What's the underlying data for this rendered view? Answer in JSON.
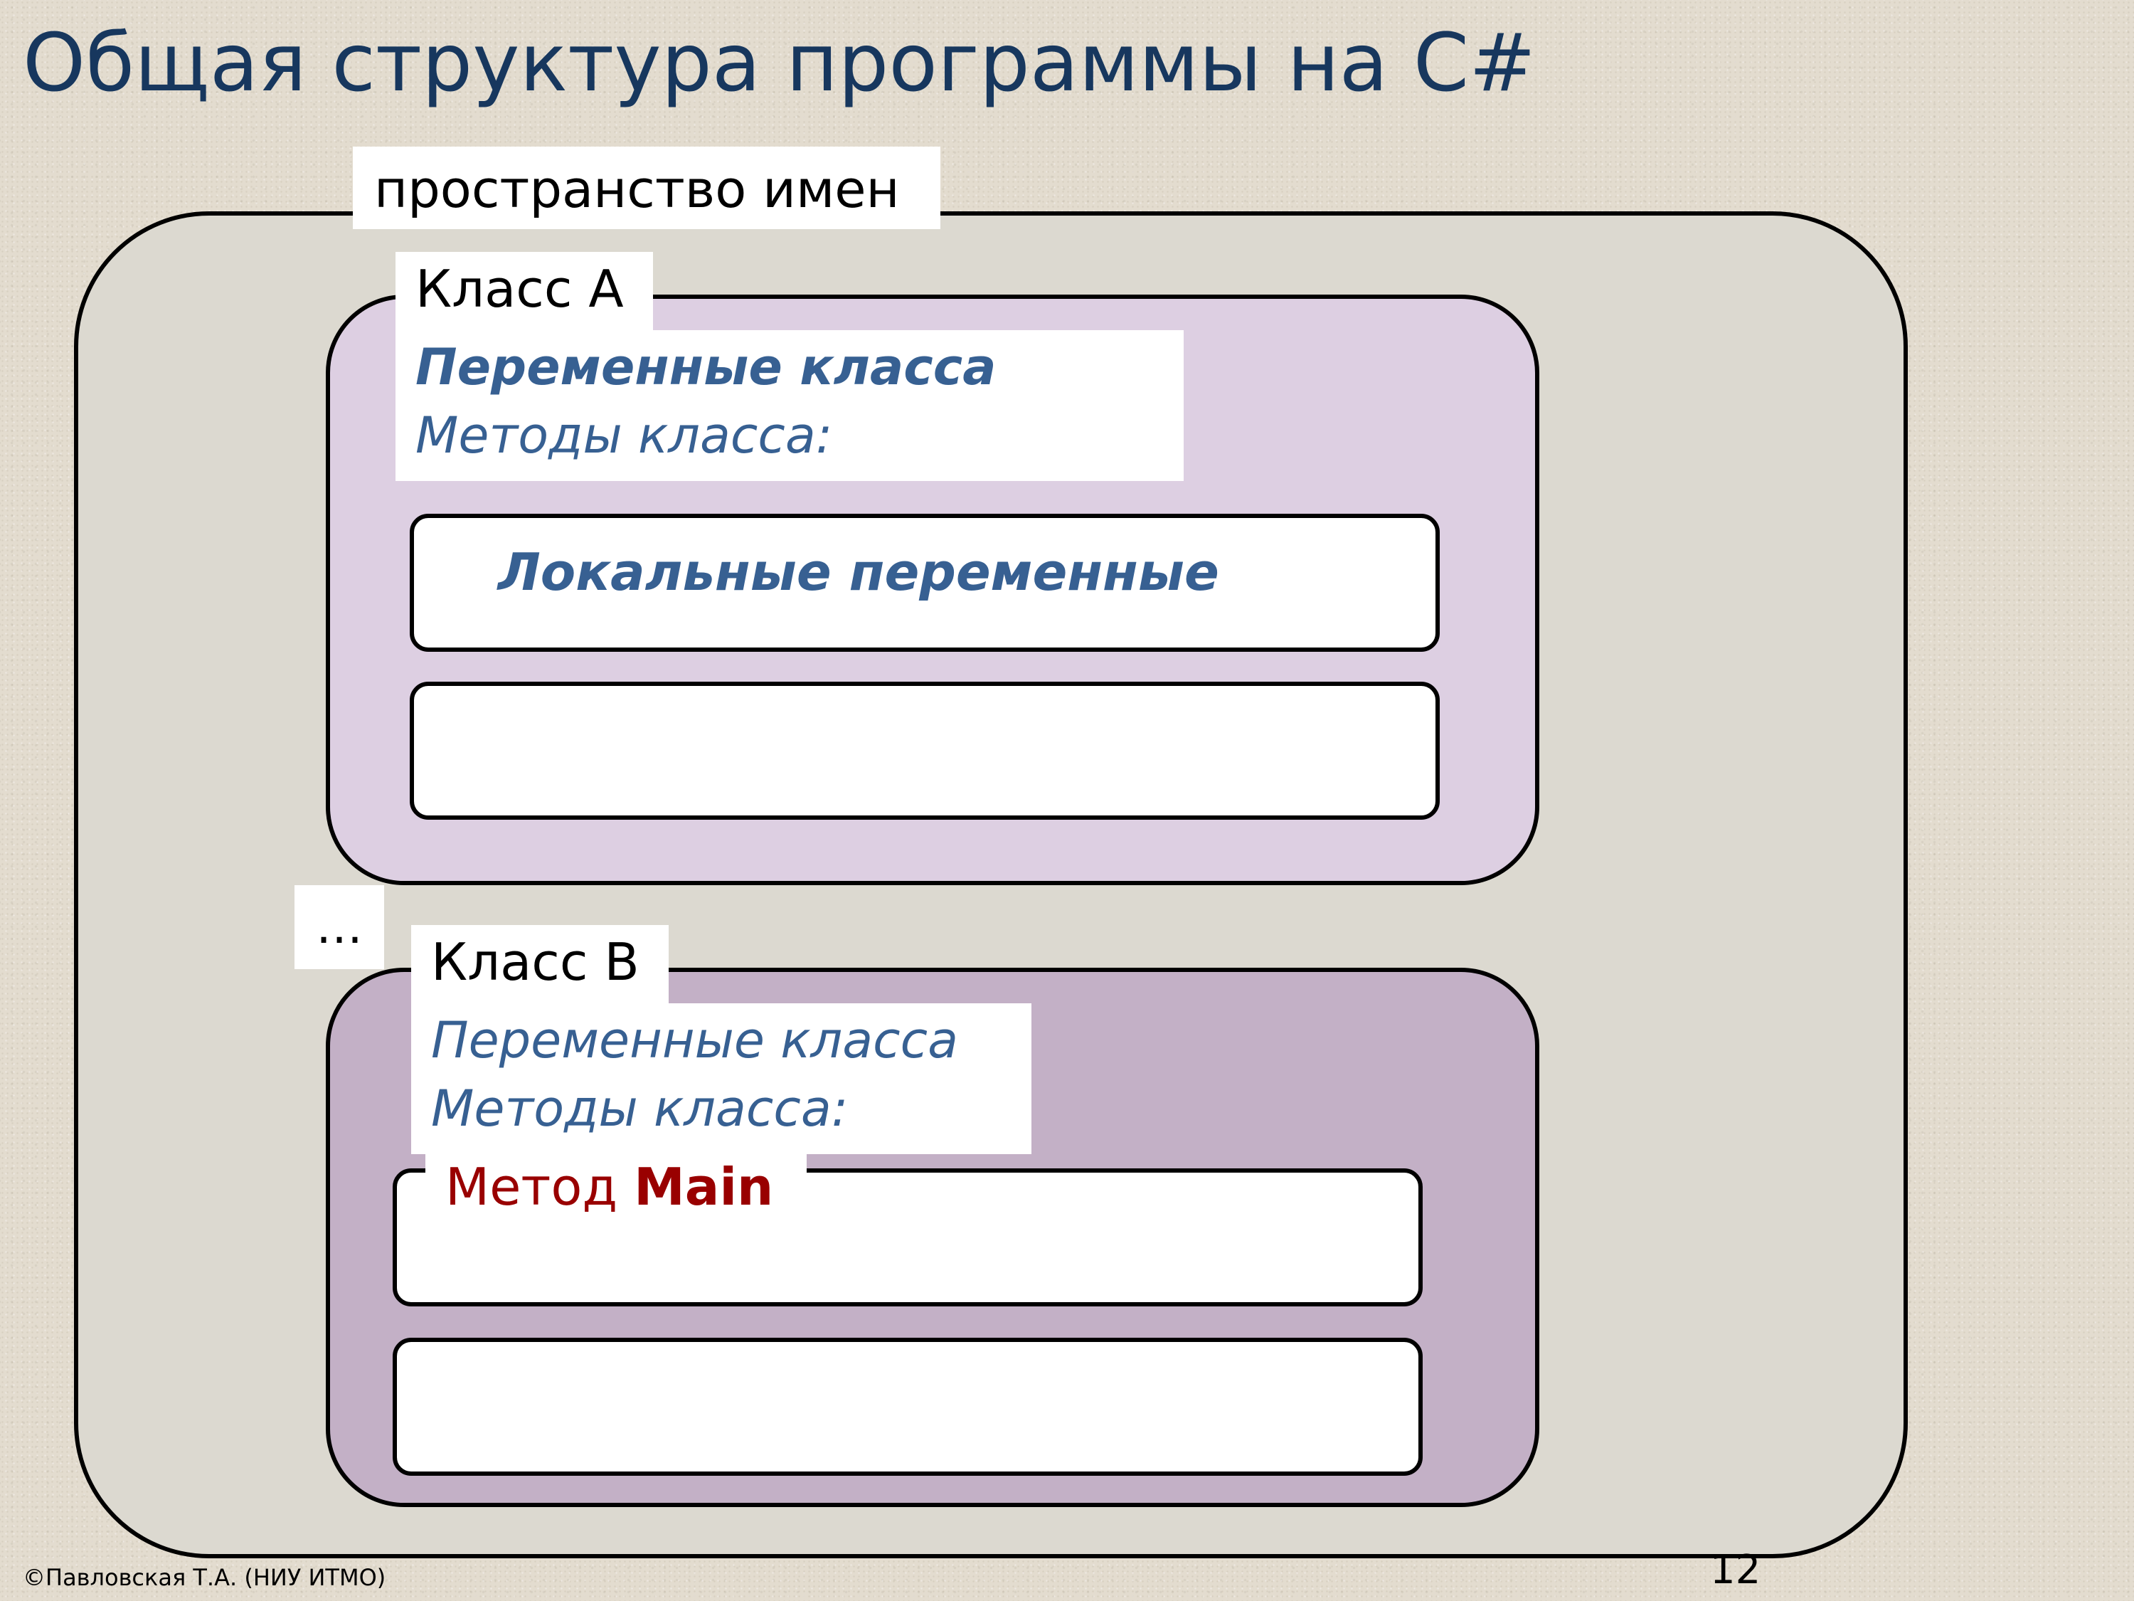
{
  "title": "Общая структура программы на C#",
  "namespace": {
    "label": "пространство имен"
  },
  "class_a": {
    "label": "Класс A",
    "fields": "Переменные класса",
    "methods": "Методы класса:",
    "method_1_content": "Локальные переменные"
  },
  "ellipsis": "…",
  "class_b": {
    "label": "Класс B",
    "fields": "Переменные класса",
    "methods": "Методы класса:",
    "main_method_prefix": "Метод",
    "main_method_name": "Main"
  },
  "footer": {
    "copyright": "©Павловская Т.А. (НИУ ИТМО)",
    "page_number": "12"
  }
}
